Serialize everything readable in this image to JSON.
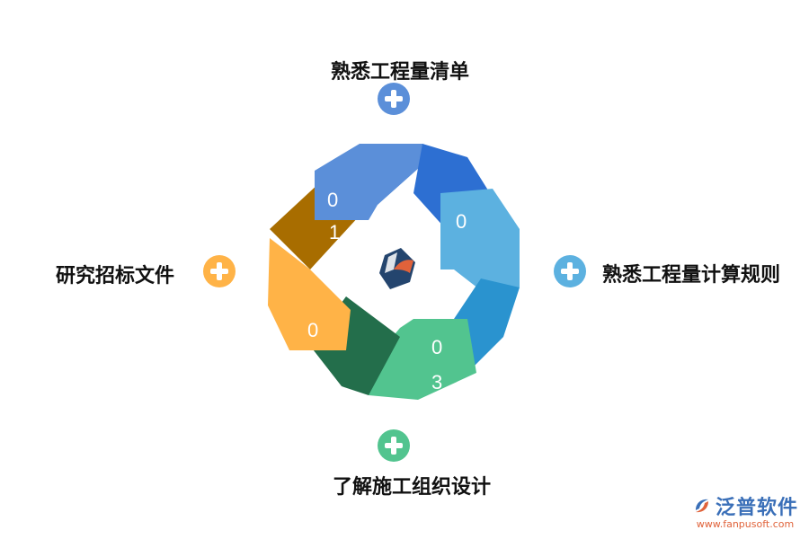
{
  "steps": [
    {
      "label": "熟悉工程量清单",
      "color": "#5b8fd9",
      "num_a": "0",
      "num_b": "1"
    },
    {
      "label": "熟悉工程量计算规则",
      "color": "#5cb1e0",
      "num_a": "0",
      "num_b": ""
    },
    {
      "label": "了解施工组织设计",
      "color": "#52c48f",
      "num_a": "0",
      "num_b": "3"
    },
    {
      "label": "研究招标文件",
      "color": "#ffb347",
      "num_a": "0",
      "num_b": ""
    }
  ],
  "center_logo": "fanpu-logo-icon",
  "watermark": {
    "brand": "泛普软件",
    "url": "www.fanpusoft.com"
  }
}
